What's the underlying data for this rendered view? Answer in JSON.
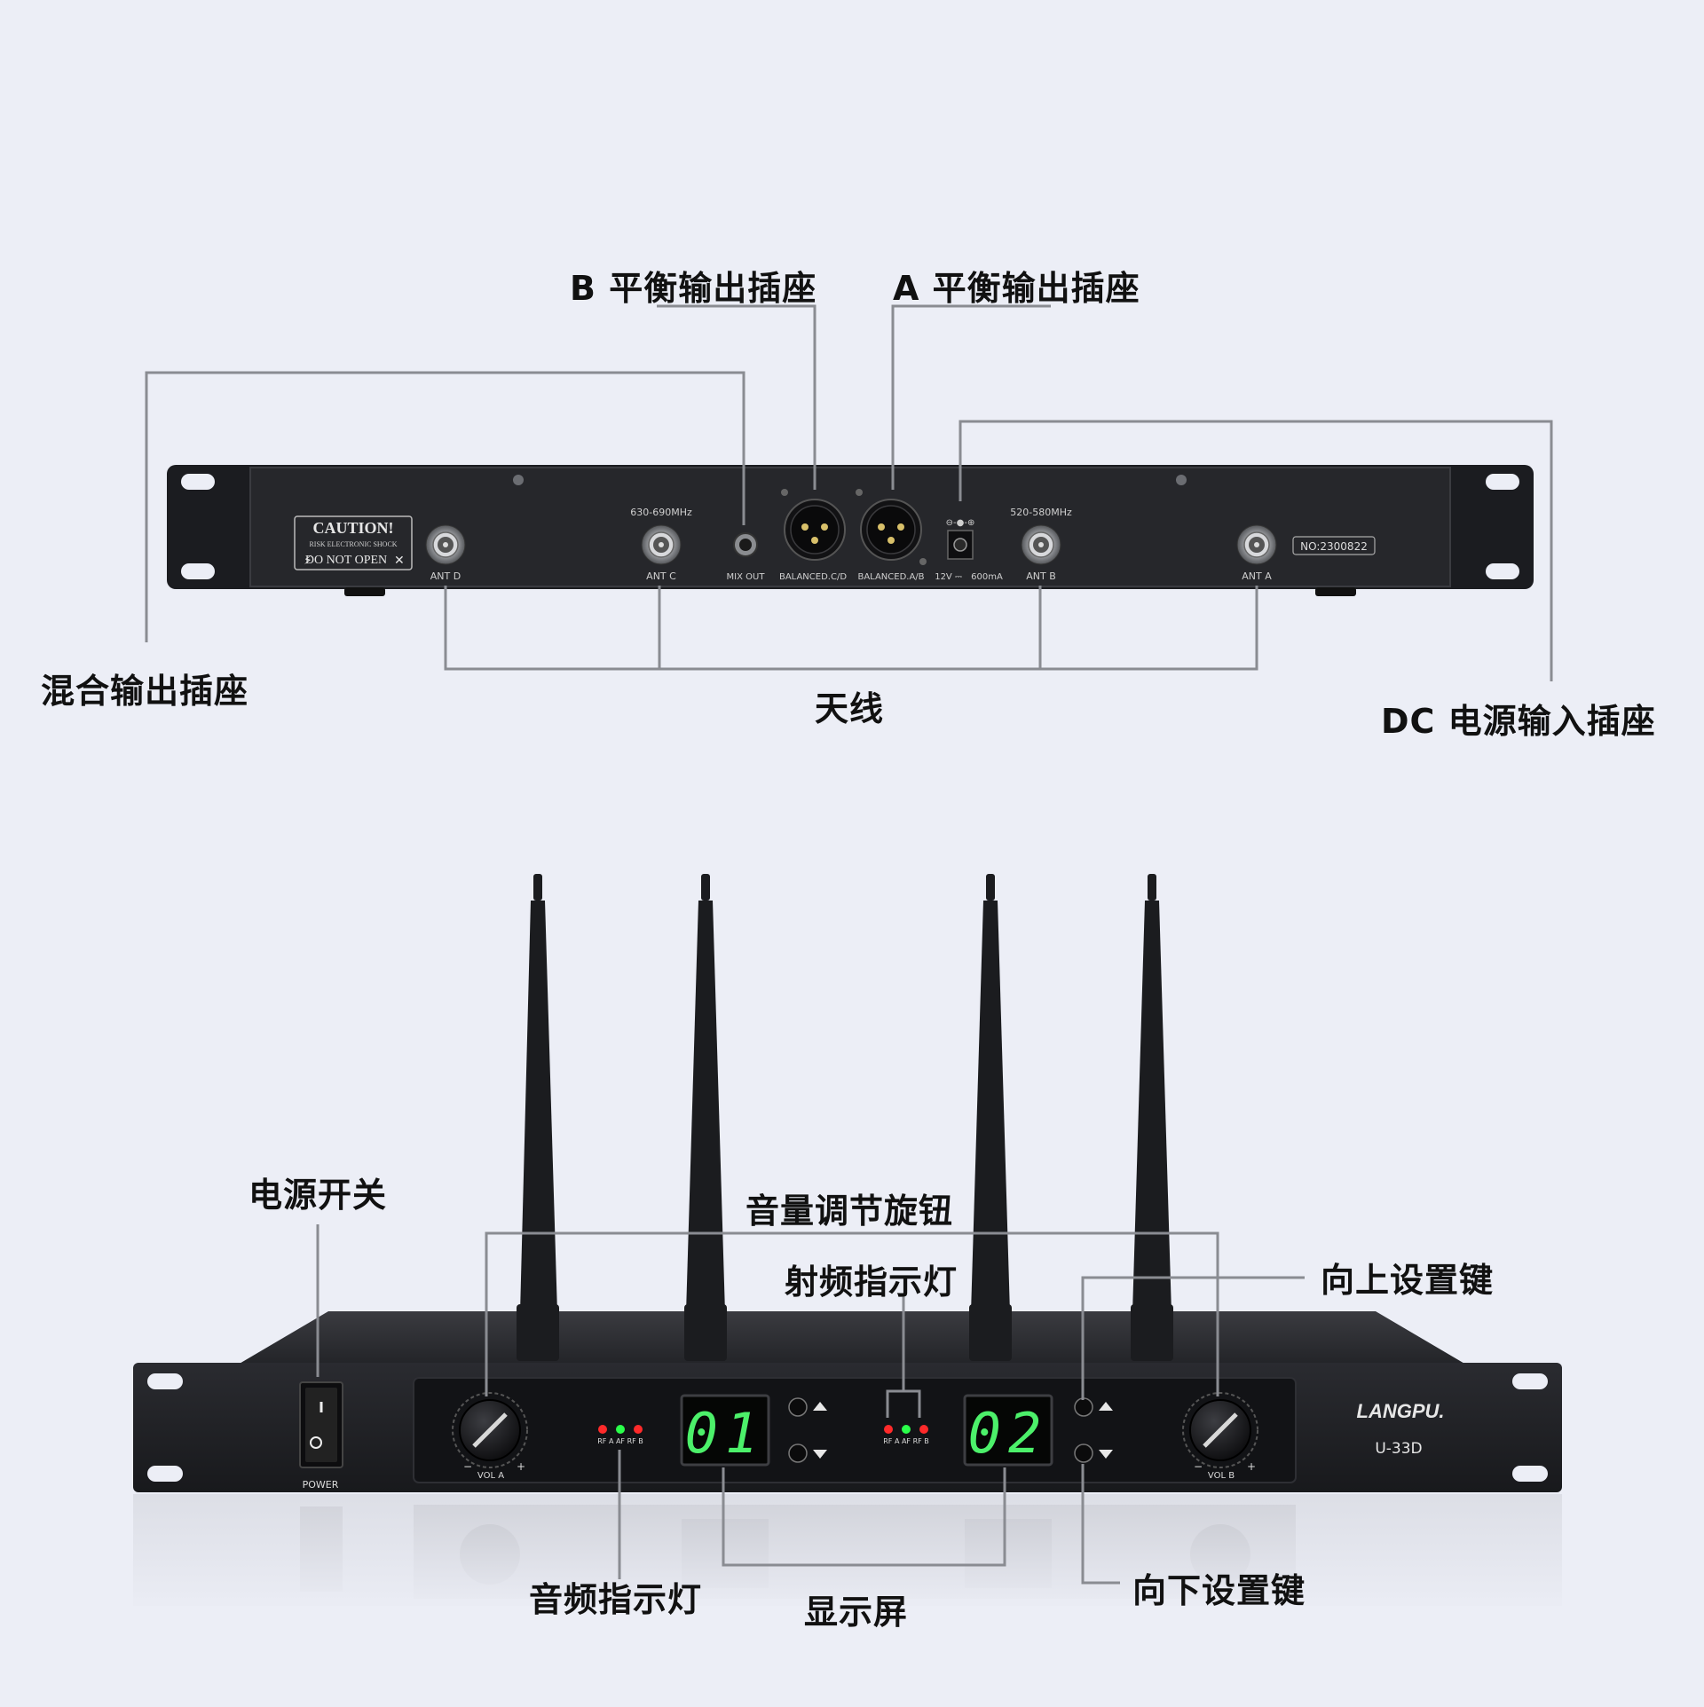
{
  "rear_panel": {
    "caution_title": "CAUTION!",
    "caution_line1": "RISK ELECTRONIC SHOCK",
    "caution_line2": "DO NOT OPEN",
    "freq_cd": "630-690MHz",
    "freq_ab": "520-580MHz",
    "serial": "NO:2300822",
    "labels": {
      "ant_d": "ANT D",
      "ant_c": "ANT C",
      "mix_out": "MIX OUT",
      "balanced_cd": "BALANCED.C/D",
      "balanced_ab": "BALANCED.A/B",
      "dc_12v": "12V",
      "dc_current": "600mA",
      "ant_b": "ANT B",
      "ant_a": "ANT A"
    }
  },
  "front_panel": {
    "power_label": "POWER",
    "vol_a": "VOL A",
    "vol_b": "VOL B",
    "led_labels": "RF A  AF  RF B",
    "display_left": "01",
    "display_right": "02",
    "brand": "LANGPU.",
    "model": "U-33D",
    "minus": "−",
    "plus": "+"
  },
  "callouts": {
    "b_balanced": "B 平衡输出插座",
    "a_balanced": "A 平衡输出插座",
    "mix_out": "混合输出插座",
    "antenna": "天线",
    "dc_input": "DC 电源输入插座",
    "power_switch": "电源开关",
    "volume_knob": "音量调节旋钮",
    "rf_indicator": "射频指示灯",
    "up_key": "向上设置键",
    "af_indicator": "音频指示灯",
    "display": "显示屏",
    "down_key": "向下设置键"
  },
  "colors": {
    "background": "#eceef6",
    "chassis": "#1c1d21",
    "leader_line": "#8a8c92",
    "display_green": "#4cf06a",
    "led_red": "#ff2a2a",
    "led_green": "#2aff4a"
  }
}
